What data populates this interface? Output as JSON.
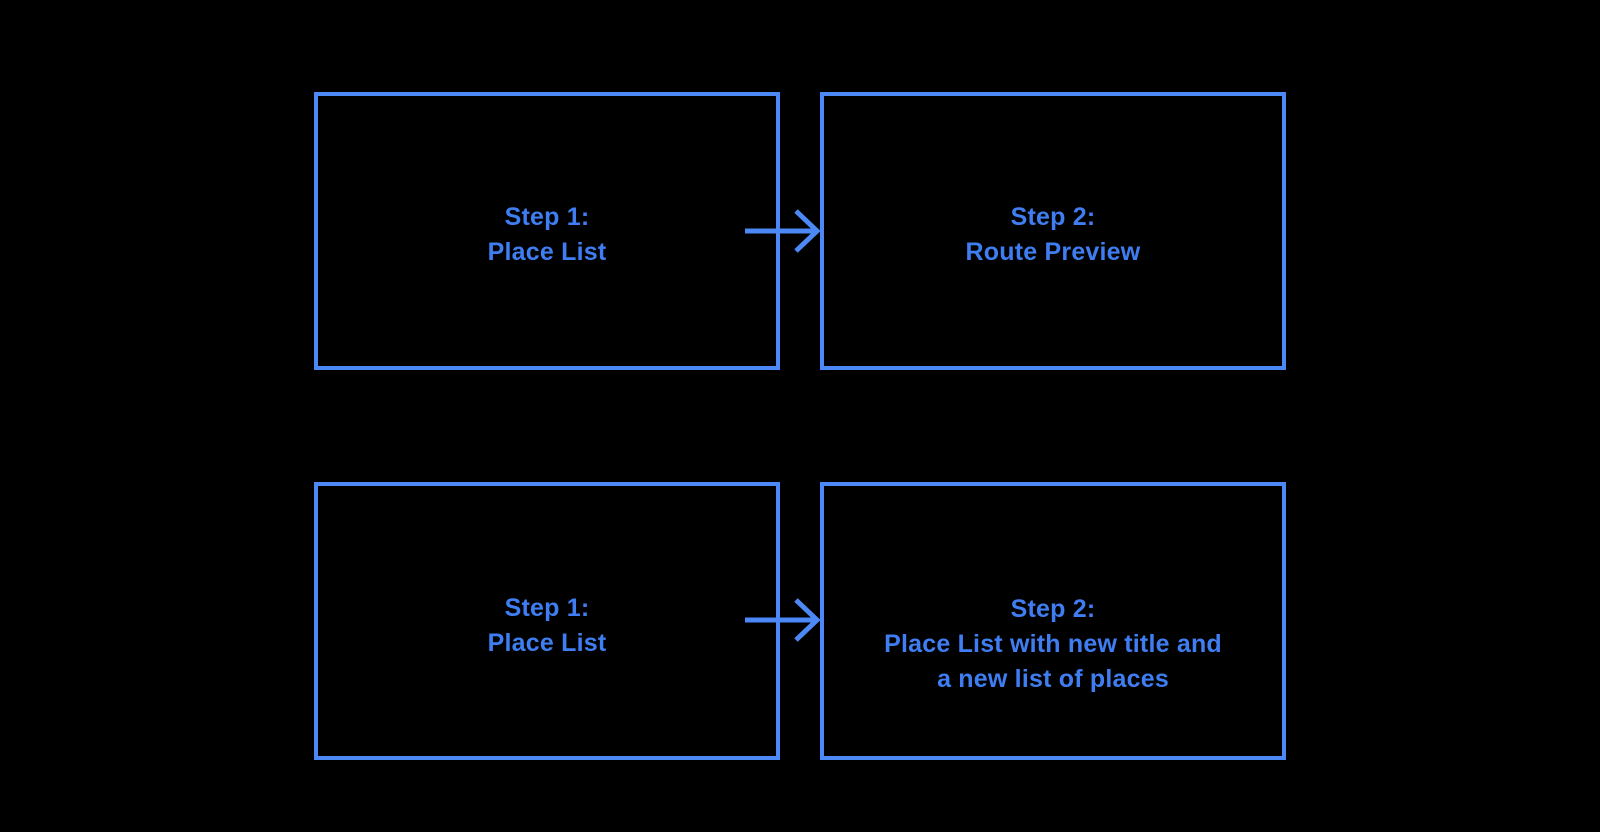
{
  "meta": {
    "background": "#000000",
    "box_border_color": "#4c89f7",
    "text_color": "#3f7ef2",
    "arrow_color": "#4c89f7"
  },
  "diagram": {
    "description": "Two-step flow diagram repeated in two rows, boxes linked left-to-right by arrows",
    "arrow_icon": "right-arrow",
    "flows": [
      {
        "from": {
          "lines": [
            "Step 1:",
            "Place List"
          ]
        },
        "to": {
          "lines": [
            "Step 2:",
            "Route Preview"
          ]
        }
      },
      {
        "from": {
          "lines": [
            "Step 1:",
            "Place List"
          ]
        },
        "to": {
          "lines": [
            "Step 2:",
            "Place List with new title and",
            "a new list of places"
          ]
        }
      }
    ]
  }
}
